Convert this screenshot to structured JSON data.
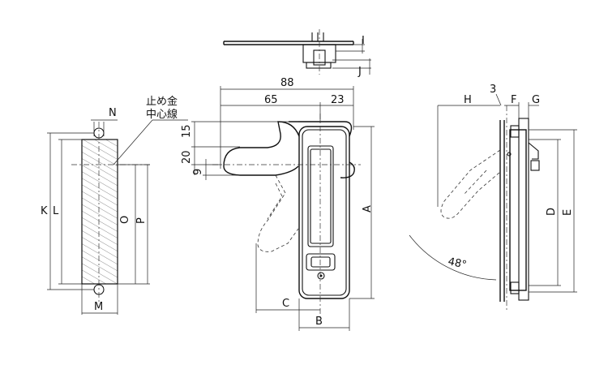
{
  "labels": {
    "dim_88": "88",
    "dim_65": "65",
    "dim_23": "23",
    "dim_15": "15",
    "dim_20": "20",
    "dim_9": "9",
    "dim_A": "A",
    "dim_B": "B",
    "dim_C": "C",
    "dim_D": "D",
    "dim_E": "E",
    "dim_F": "F",
    "dim_G": "G",
    "dim_H": "H",
    "dim_3": "3",
    "dim_I": "I",
    "dim_J": "J",
    "dim_K": "K",
    "dim_L": "L",
    "dim_M": "M",
    "dim_N": "N",
    "dim_O": "O",
    "dim_P": "P",
    "angle": "48°",
    "stopper_line1": "止め金",
    "stopper_line2": "中心線"
  }
}
